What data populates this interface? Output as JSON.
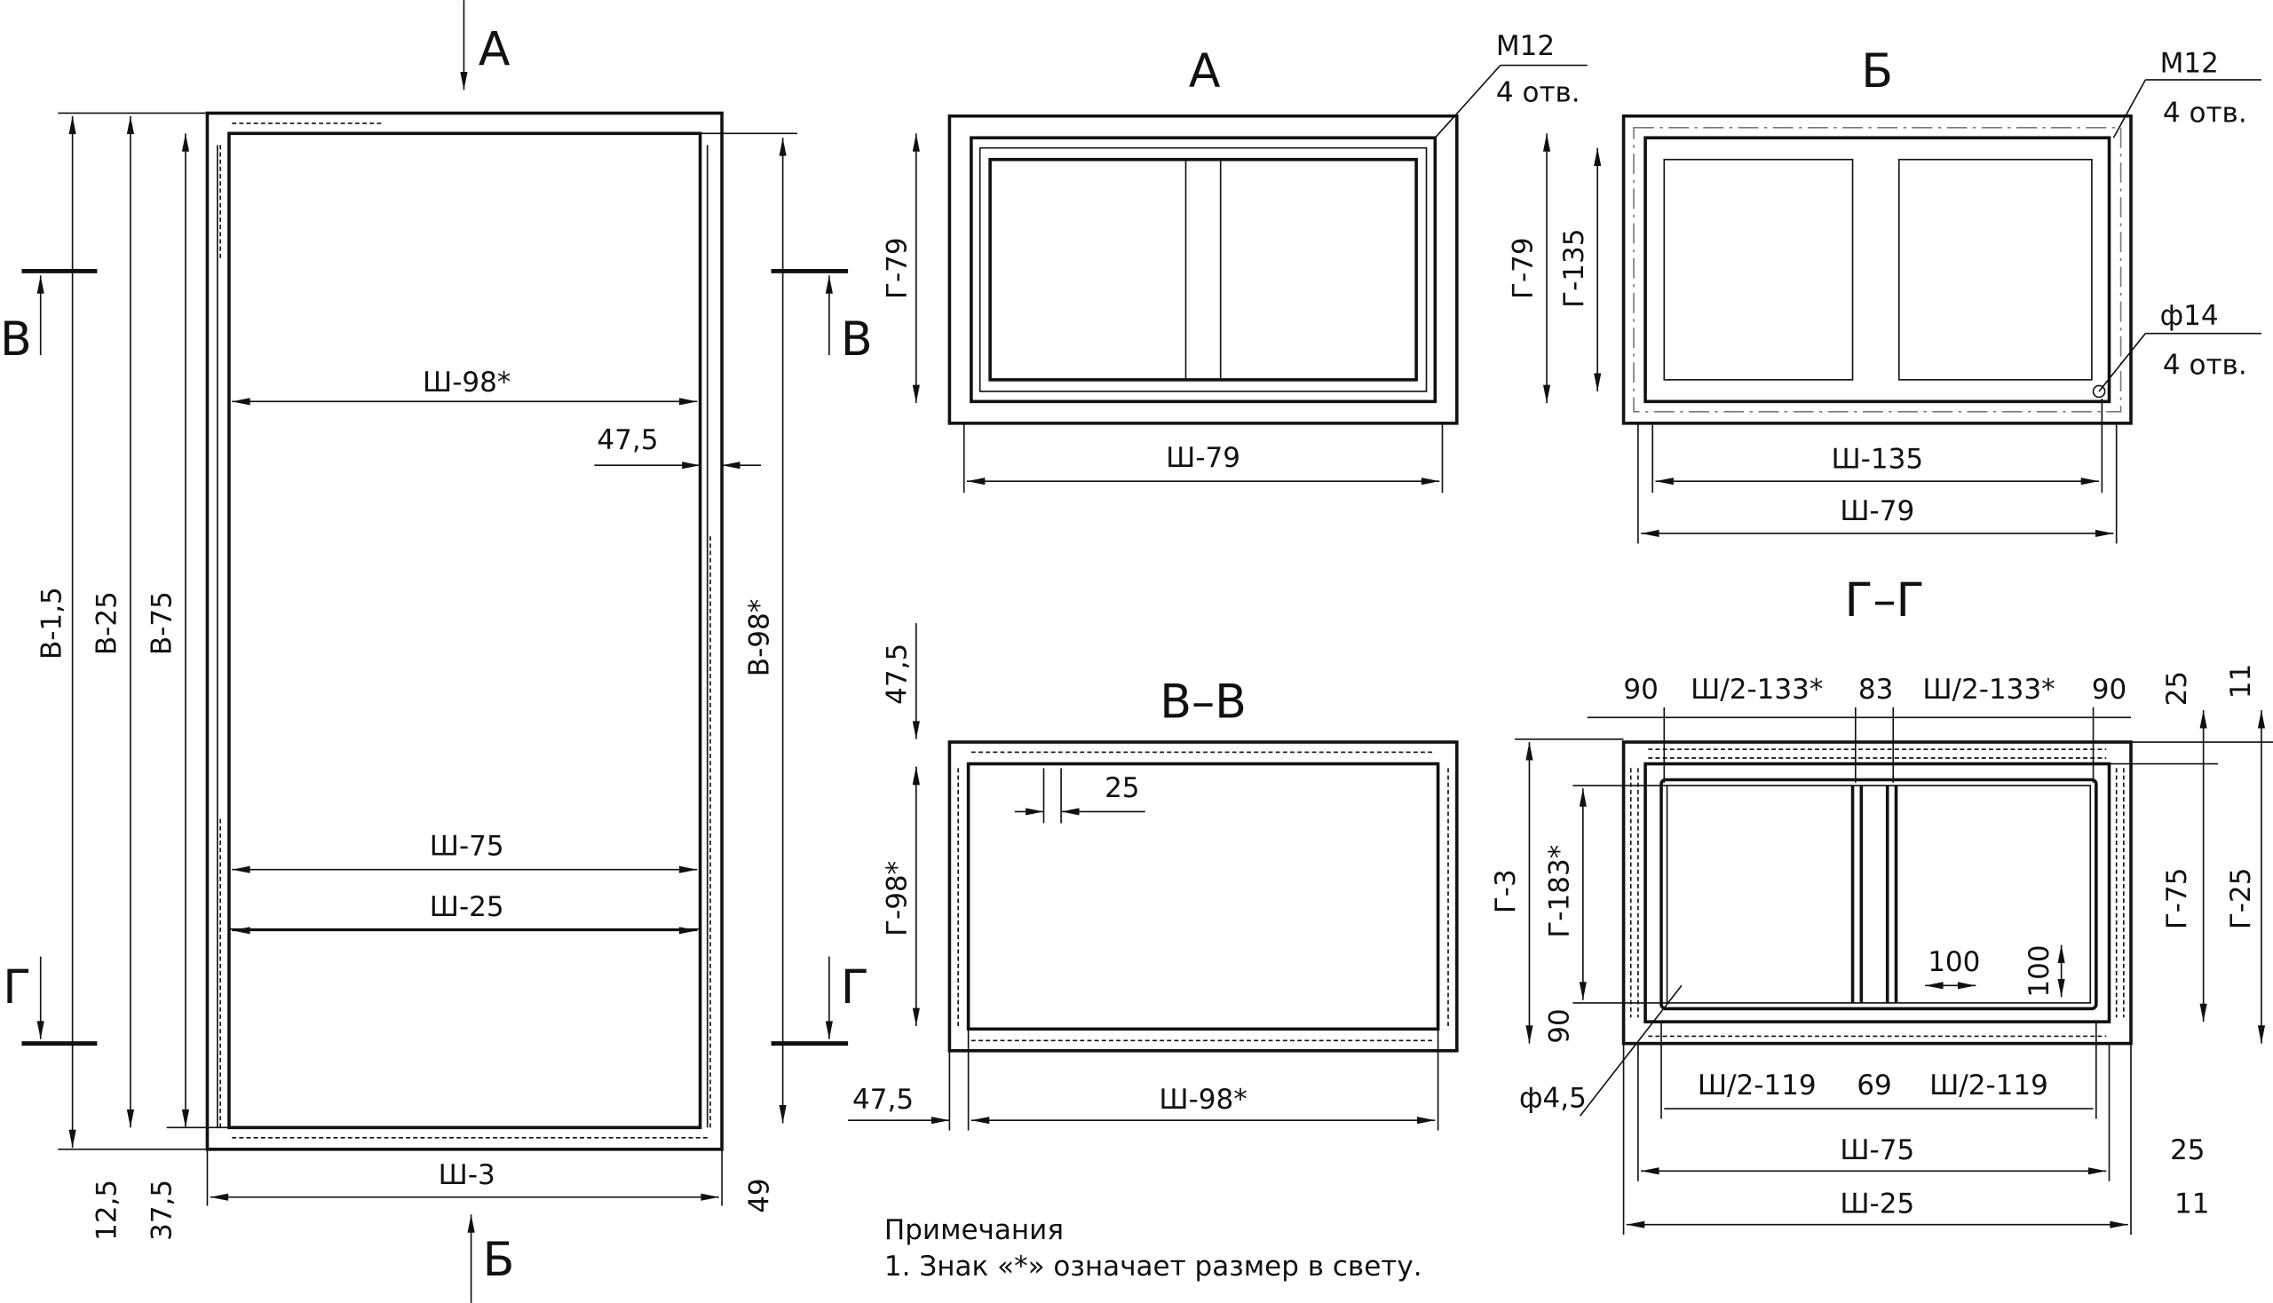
{
  "front_view": {
    "arrow_top": "А",
    "arrow_bottom": "Б",
    "section_v_left": "В",
    "section_v_right": "В",
    "section_g_left": "Г",
    "section_g_right": "Г",
    "dims": {
      "v_1_5": "В-1,5",
      "v_25": "В-25",
      "v_75": "В-75",
      "v_98": "В-98*",
      "w_98": "Ш-98*",
      "d_47_5": "47,5",
      "w_75": "Ш-75",
      "w_25": "Ш-25",
      "w_3": "Ш-3",
      "d_12_5": "12,5",
      "d_37_5": "37,5",
      "d_49": "49"
    }
  },
  "view_a": {
    "title": "А",
    "thread": "М12",
    "holes": "4 отв.",
    "depth": "Г-79",
    "width": "Ш-79"
  },
  "view_b": {
    "title": "Б",
    "thread": "М12",
    "holes": "4 отв.",
    "depth_79": "Г-79",
    "depth_135": "Г-135",
    "hole_dia": "ф14",
    "hole_count": "4 отв.",
    "width_135": "Ш-135",
    "width_79": "Ш-79"
  },
  "section_vv": {
    "title": "В–В",
    "d_47_5_top": "47,5",
    "d_25": "25",
    "depth": "Г-98*",
    "d_47_5_left": "47,5",
    "width": "Ш-98*"
  },
  "section_gg": {
    "title": "Г–Г",
    "top": [
      "90",
      "Ш/2-133*",
      "83",
      "Ш/2-133*",
      "90"
    ],
    "d_25_top": "25",
    "d_11_top": "11",
    "g_3": "Г-3",
    "g_183": "Г-183*",
    "d_90": "90",
    "g_75": "Г-75",
    "g_25": "Г-25",
    "d_100_h": "100",
    "d_100_v": "100",
    "hole_dia": "ф4,5",
    "bottom": [
      "Ш/2-119",
      "69",
      "Ш/2-119"
    ],
    "w_75": "Ш-75",
    "d_25_b": "25",
    "w_25": "Ш-25",
    "d_11_b": "11"
  },
  "notes": {
    "heading": "Примечания",
    "items": [
      "1. Знак «*» означает размер в свету."
    ]
  }
}
